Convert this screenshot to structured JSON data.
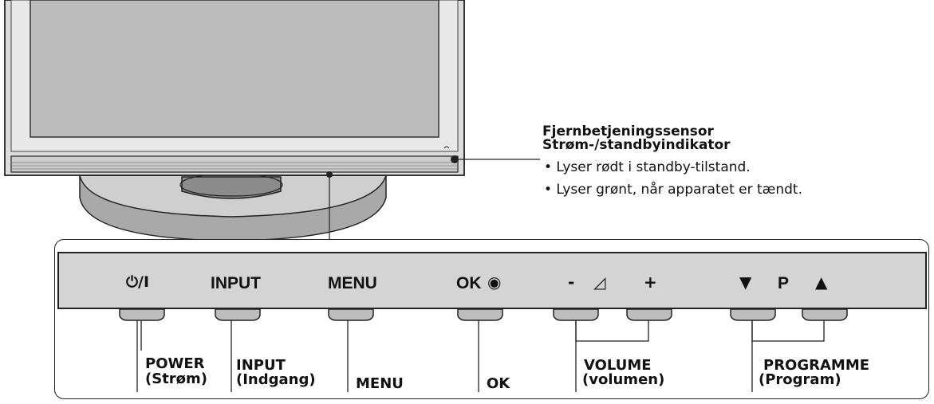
{
  "indicator": {
    "title_line1": "Fjernbetjeningssensor",
    "title_line2": "Strøm-/standbyindikator",
    "bullets": [
      "• Lyser rødt i standby-tilstand.",
      "• Lyser grønt, når apparatet er tændt."
    ]
  },
  "panel": {
    "power_symbol": "⏻/I",
    "input_label": "INPUT",
    "menu_label": "MENU",
    "ok_label": "OK",
    "ok_symbol": "◉",
    "vol_minus": "-",
    "vol_icon": "◿",
    "vol_plus": "+",
    "prog_down": "▼",
    "prog_p": "P",
    "prog_up": "▲"
  },
  "captions": {
    "power_line1": "POWER",
    "power_line2": "(Strøm)",
    "input_line1": "INPUT",
    "input_line2": "(Indgang)",
    "menu": "MENU",
    "ok": "OK",
    "volume_line1": "VOLUME",
    "volume_line2": "(volumen)",
    "programme_line1": "PROGRAMME",
    "programme_line2": "(Program)"
  },
  "colors": {
    "panel_strip": "#d4d4d4",
    "tv_frame": "#d9d9d9",
    "tv_screen": "#bdbdbd",
    "stand": "#a8a8a8"
  }
}
